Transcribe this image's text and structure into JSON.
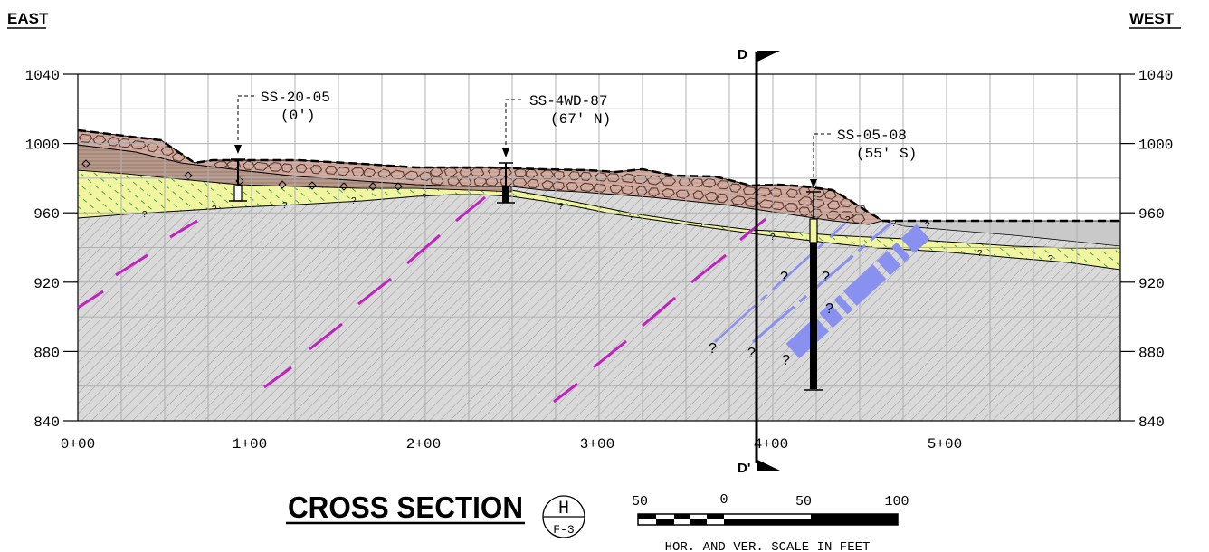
{
  "header": {
    "left_label": "EAST",
    "right_label": "WEST"
  },
  "axes": {
    "elevation_ticks": [
      "1040",
      "1000",
      "960",
      "920",
      "880",
      "840"
    ],
    "station_ticks": [
      "0+00",
      "1+00",
      "2+00",
      "3+00",
      "4+00",
      "5+00"
    ]
  },
  "section_line": {
    "top_label": "D",
    "bottom_label": "D'"
  },
  "borings": [
    {
      "id": "SS-20-05",
      "offset": "(0')"
    },
    {
      "id": "SS-4WD-87",
      "offset": "(67' N)"
    },
    {
      "id": "SS-05-08",
      "offset": "(55' S)"
    }
  ],
  "unknown_marker": "?",
  "title_block": {
    "title": "CROSS SECTION",
    "detail_letter": "H",
    "sheet_ref": "F-3"
  },
  "scale_bar": {
    "labels": [
      "50",
      "0",
      "50",
      "100"
    ],
    "caption": "HOR. AND VER. SCALE IN FEET"
  },
  "colors": {
    "fill_material": "#d4aea2",
    "sand_layer": "#f1f5a0",
    "sand_hatch": "#48a84a",
    "bedrock": "#d9d9d9",
    "joint_magenta": "#c020c0",
    "fracture_blue": "#8890f0"
  }
}
